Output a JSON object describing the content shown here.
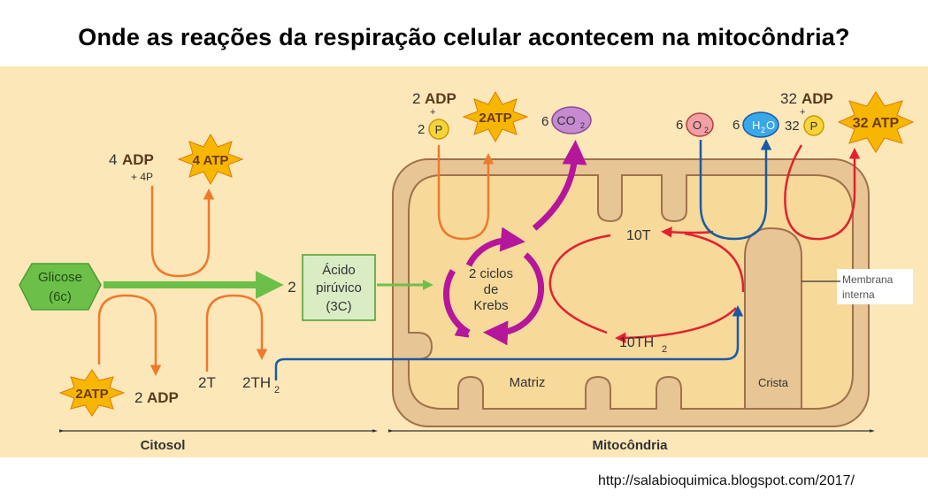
{
  "title": "Onde as reações da respiração celular acontecem na mitocôndria?",
  "source_url": "http://salabioquimica.blogspot.com/2017/",
  "colors": {
    "panel_bg": "#fce7b8",
    "membrane": "#e8c594",
    "membrane_stroke": "#a0714c",
    "matrix": "#f7d99a",
    "green_arrow": "#6cc04a",
    "orange_arrow": "#ee7a2c",
    "magenta_arrow": "#b5169b",
    "red_arrow": "#e3202f",
    "blue_arrow": "#1a5aa5",
    "star": "#f7b600"
  },
  "cytosol": {
    "glucose": {
      "line1": "Glicose",
      "line2": "(6c)"
    },
    "adp_in_num": "4",
    "adp_in_label": "ADP",
    "pi_in": "+ 4P",
    "atp_out": "4 ATP",
    "atp_left": "2ATP",
    "adp_out_num": "2",
    "adp_out_label": "ADP",
    "t_in": "2T",
    "th2_out": "2TH",
    "th2_sub": "2",
    "pyruvate_count": "2",
    "pyruvate": {
      "line1": "Ácido",
      "line2": "pirúvico",
      "line3": "(3C)"
    }
  },
  "krebs": {
    "adp_num": "2",
    "adp_label": "ADP",
    "plus": "+",
    "p_count": "2",
    "p_label": "P",
    "atp": "2ATP",
    "co2_count": "6",
    "co2_label": "CO",
    "co2_sub": "2",
    "cycle": {
      "line1": "2 ciclos",
      "line2": "de",
      "line3": "Krebs"
    }
  },
  "respiratory_chain": {
    "t10": "10T",
    "th2_10": "10TH",
    "th2_10_sub": "2",
    "o2_count": "6",
    "o2_label": "O",
    "o2_sub": "2",
    "h2o_count": "6",
    "h2o_label": "H",
    "h2o_sub": "2",
    "h2o_o": "O",
    "adp_num": "32",
    "adp_label": "ADP",
    "plus": "+",
    "p_count": "32",
    "p_label": "P",
    "atp": "32 ATP"
  },
  "labels": {
    "membrane_inner": {
      "line1": "Membrana",
      "line2": "interna"
    },
    "matrix": "Matriz",
    "crista": "Crista",
    "cytosol": "Citosol",
    "mitochondria": "Mitocôndria"
  }
}
